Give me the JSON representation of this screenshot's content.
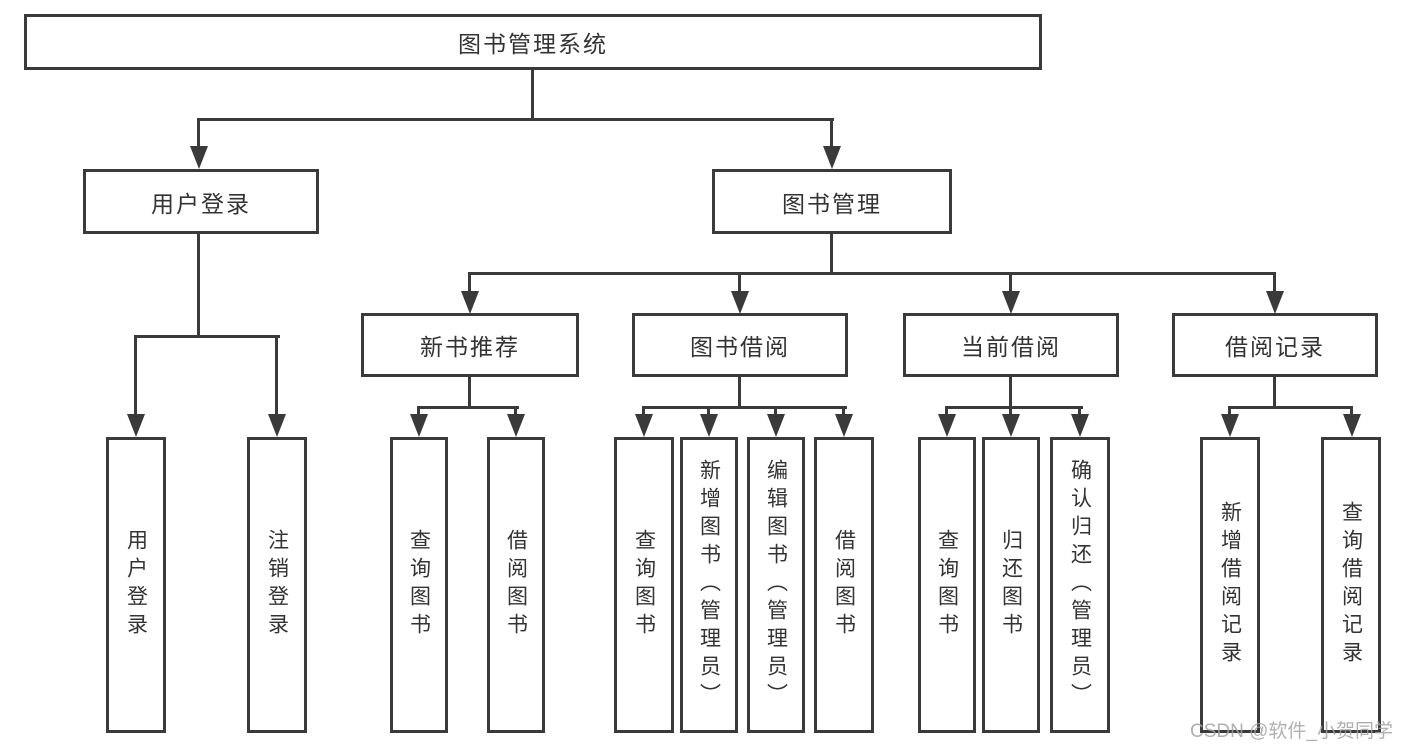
{
  "diagram": {
    "root": {
      "label": "图书管理系统"
    },
    "user_login": {
      "label": "用户登录",
      "children": {
        "login": {
          "label": "用户登录"
        },
        "logout": {
          "label": "注销登录"
        }
      }
    },
    "book_management": {
      "label": "图书管理",
      "children": {
        "new_book_recommend": {
          "label": "新书推荐",
          "children": {
            "query_books": {
              "label": "查询图书"
            },
            "borrow_books": {
              "label": "借阅图书"
            }
          }
        },
        "book_borrow": {
          "label": "图书借阅",
          "children": {
            "query_books": {
              "label": "查询图书"
            },
            "add_books": {
              "label": "新增图书（管理员）"
            },
            "edit_books": {
              "label": "编辑图书（管理员）"
            },
            "borrow_books": {
              "label": "借阅图书"
            }
          }
        },
        "current_borrow": {
          "label": "当前借阅",
          "children": {
            "query_books": {
              "label": "查询图书"
            },
            "return_books": {
              "label": "归还图书"
            },
            "confirm_return": {
              "label": "确认归还（管理员）"
            }
          }
        },
        "borrow_records": {
          "label": "借阅记录",
          "children": {
            "add_record": {
              "label": "新增借阅记录"
            },
            "query_record": {
              "label": "查询借阅记录"
            }
          }
        }
      }
    }
  },
  "watermark": {
    "text": "CSDN @软件_小贺同学"
  },
  "colors": {
    "line": "#3a3a3a",
    "box_fill": "#ffffff",
    "label_text": "#333333",
    "watermark_text": "#a2a2a2"
  }
}
